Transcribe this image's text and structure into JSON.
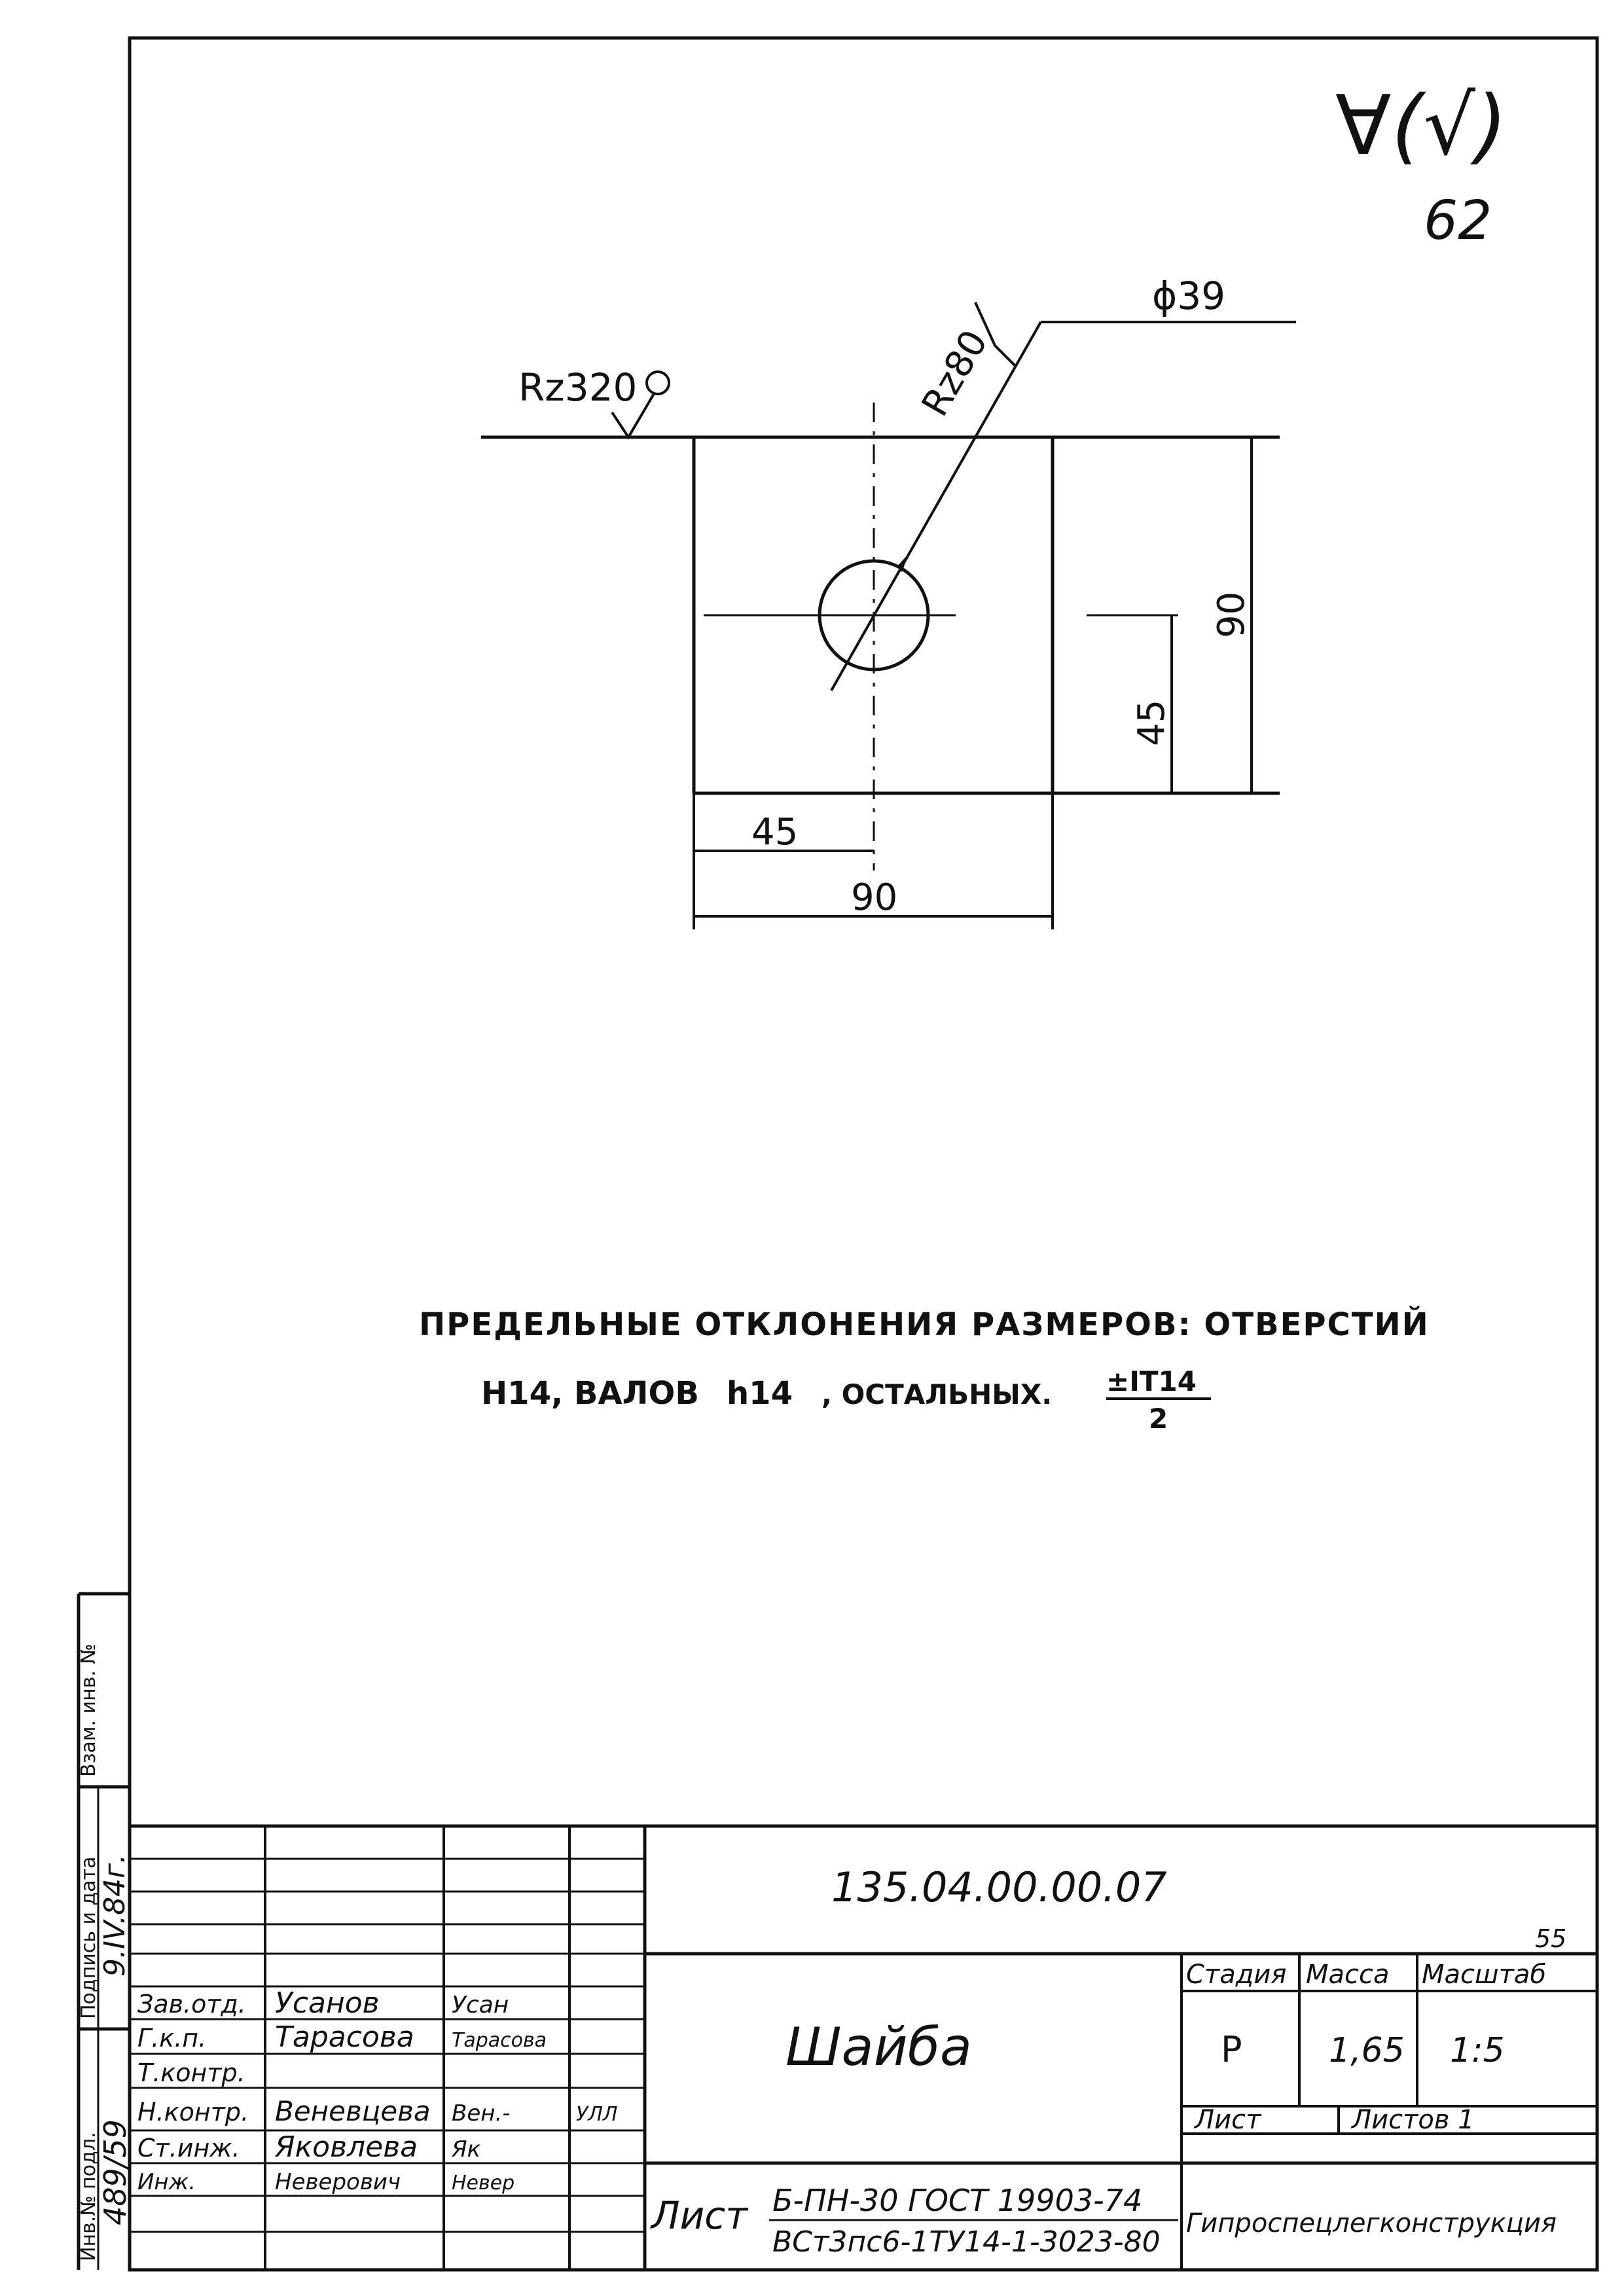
{
  "corner": {
    "roughness_mark": "∀(√)",
    "page_number": "62"
  },
  "drawing": {
    "surface_roughness": "Rz320",
    "hole_roughness": "Rz80",
    "hole_diameter": "ϕ39",
    "dim_height_total": "90",
    "dim_height_half": "45",
    "dim_width_half": "45",
    "dim_width_total": "90"
  },
  "note": {
    "line1": "ПРЕДЕЛЬНЫЕ ОТКЛОНЕНИЯ РАЗМЕРОВ: ОТВЕРСТИЙ",
    "line2_a": "Н14, ВАЛОВ",
    "line2_b": "h14",
    "line2_c": ", ОСТАЛЬНЫХ.",
    "tol_num": "±IT14",
    "tol_den": "2"
  },
  "side_stamp": {
    "inv_orig": "Инв.№ подл.",
    "inv_orig_val": "489/59",
    "sign_date": "Подпись и дата",
    "sign_date_val": "9.IV.84г.",
    "replace_inv": "Взам. инв. №"
  },
  "title_block": {
    "doc_code": "135.04.00.00.07",
    "sheet_small": "55",
    "name": "Шайба",
    "col_stage": "Стадия",
    "col_mass": "Масса",
    "col_scale": "Масштаб",
    "stage": "Р",
    "mass": "1,65",
    "scale": "1:5",
    "sheet_label": "Лист",
    "sheets_label": "Листов 1",
    "material_prefix": "Лист",
    "material_top": "Б-ПН-30 ГОСТ 19903-74",
    "material_bottom": "ВСт3пс6-1ТУ14-1-3023-80",
    "organization": "Гипроспецлегконструкция",
    "signers": [
      {
        "role": "Зав.отд.",
        "name": "Усанов",
        "sig": "Усан"
      },
      {
        "role": "Г.к.п.",
        "name": "Тарасова",
        "sig": "Тарасова"
      },
      {
        "role": "Т.контр.",
        "name": "",
        "sig": ""
      },
      {
        "role": "Н.контр.",
        "name": "Веневцева",
        "sig": "Вен.-",
        "date": "УЛЛ"
      },
      {
        "role": "Ст.инж.",
        "name": "Яковлева",
        "sig": "Як"
      },
      {
        "role": "Инж.",
        "name": "Неверович",
        "sig": "Невер"
      }
    ]
  }
}
